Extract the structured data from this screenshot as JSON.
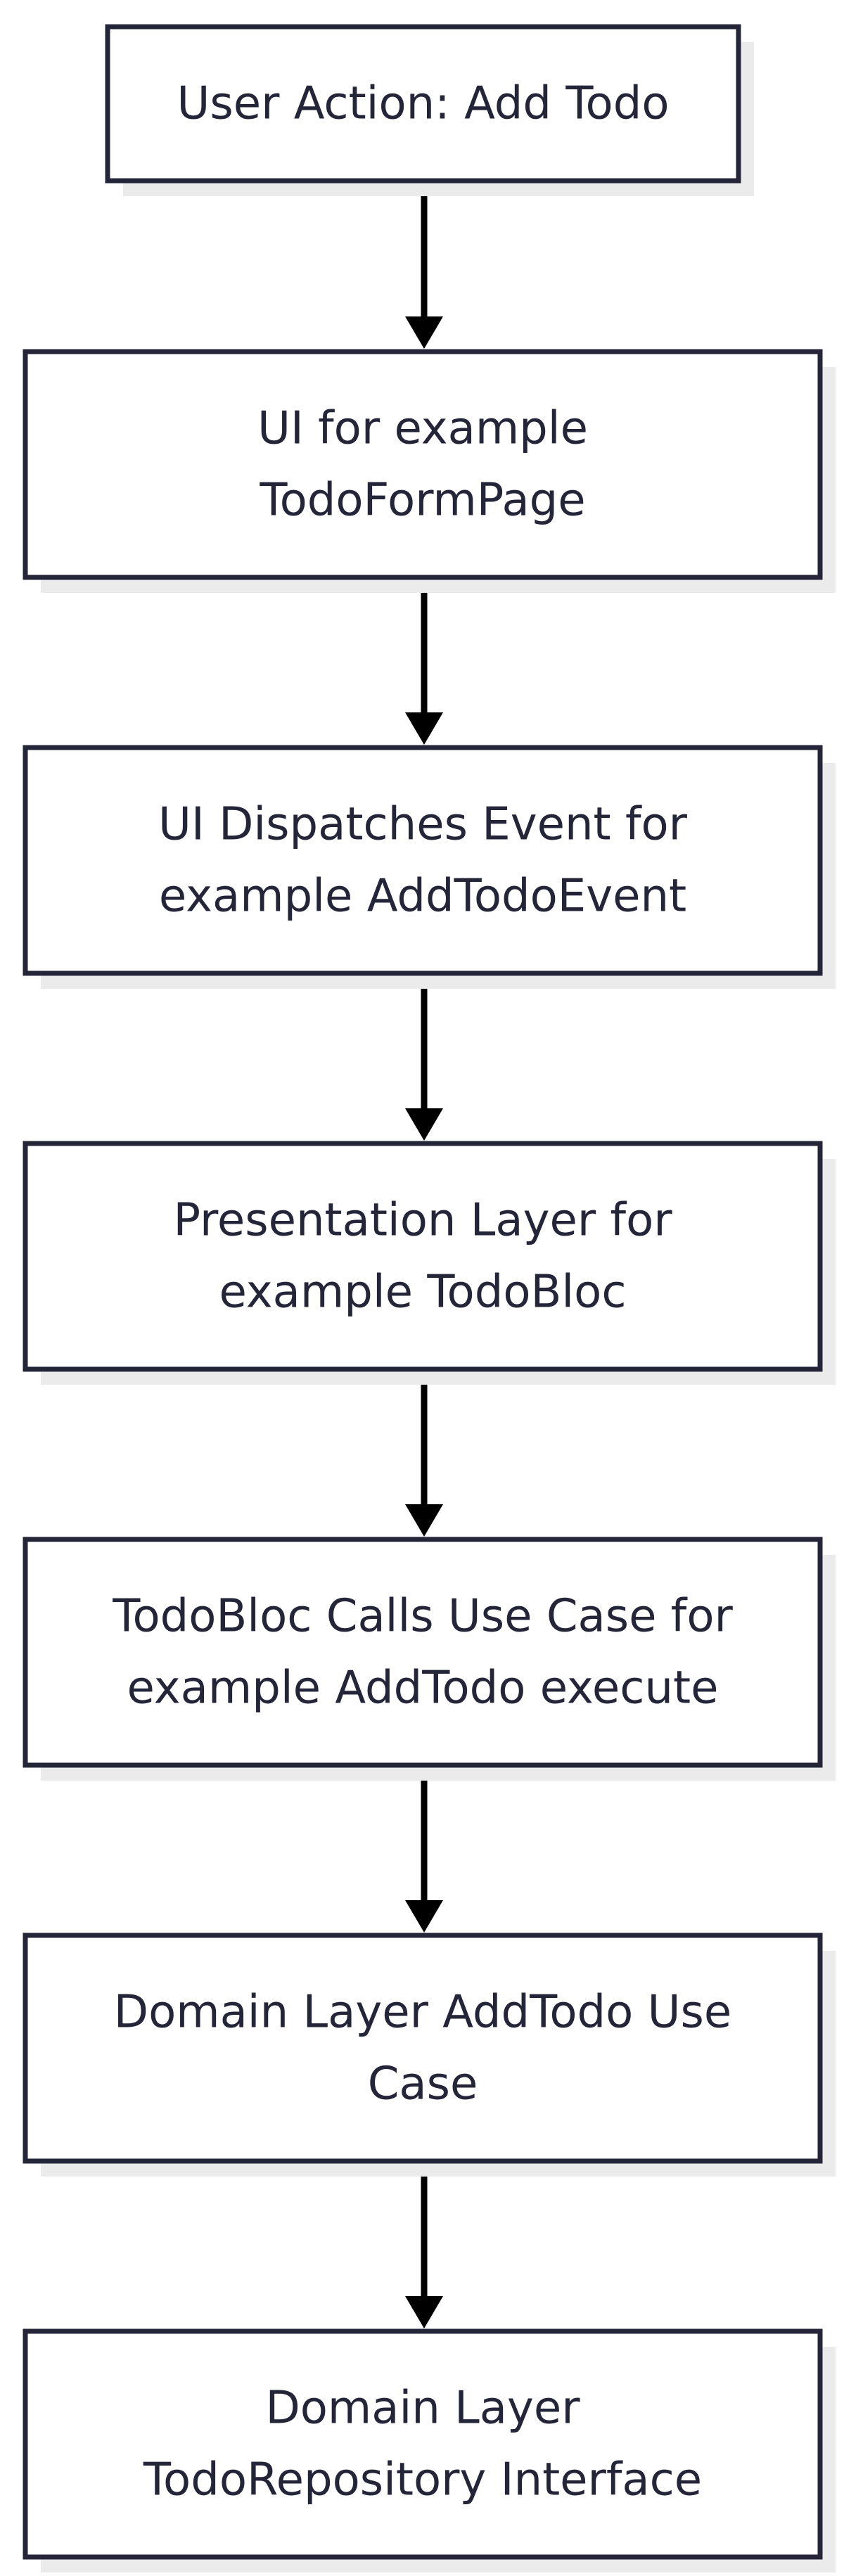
{
  "diagram": {
    "type": "flowchart",
    "direction": "top-down",
    "colors": {
      "node_border": "#25253a",
      "node_fill": "#ffffff",
      "text": "#25253a",
      "arrow": "#000000",
      "shadow": "#ebebeb"
    },
    "nodes": [
      {
        "id": "user-action",
        "lines": [
          "User Action: Add Todo"
        ]
      },
      {
        "id": "ui",
        "lines": [
          "UI for example",
          "TodoFormPage"
        ]
      },
      {
        "id": "ui-dispatch",
        "lines": [
          "UI Dispatches Event for",
          "example AddTodoEvent"
        ]
      },
      {
        "id": "presentation",
        "lines": [
          "Presentation Layer for",
          "example TodoBloc"
        ]
      },
      {
        "id": "bloc-calls",
        "lines": [
          "TodoBloc Calls Use Case for",
          "example AddTodo execute"
        ]
      },
      {
        "id": "domain-usecase",
        "lines": [
          "Domain Layer AddTodo Use",
          "Case"
        ]
      },
      {
        "id": "domain-repo",
        "lines": [
          "Domain Layer",
          "TodoRepository Interface"
        ]
      }
    ],
    "edges": [
      {
        "from": "user-action",
        "to": "ui"
      },
      {
        "from": "ui",
        "to": "ui-dispatch"
      },
      {
        "from": "ui-dispatch",
        "to": "presentation"
      },
      {
        "from": "presentation",
        "to": "bloc-calls"
      },
      {
        "from": "bloc-calls",
        "to": "domain-usecase"
      },
      {
        "from": "domain-usecase",
        "to": "domain-repo"
      }
    ]
  }
}
